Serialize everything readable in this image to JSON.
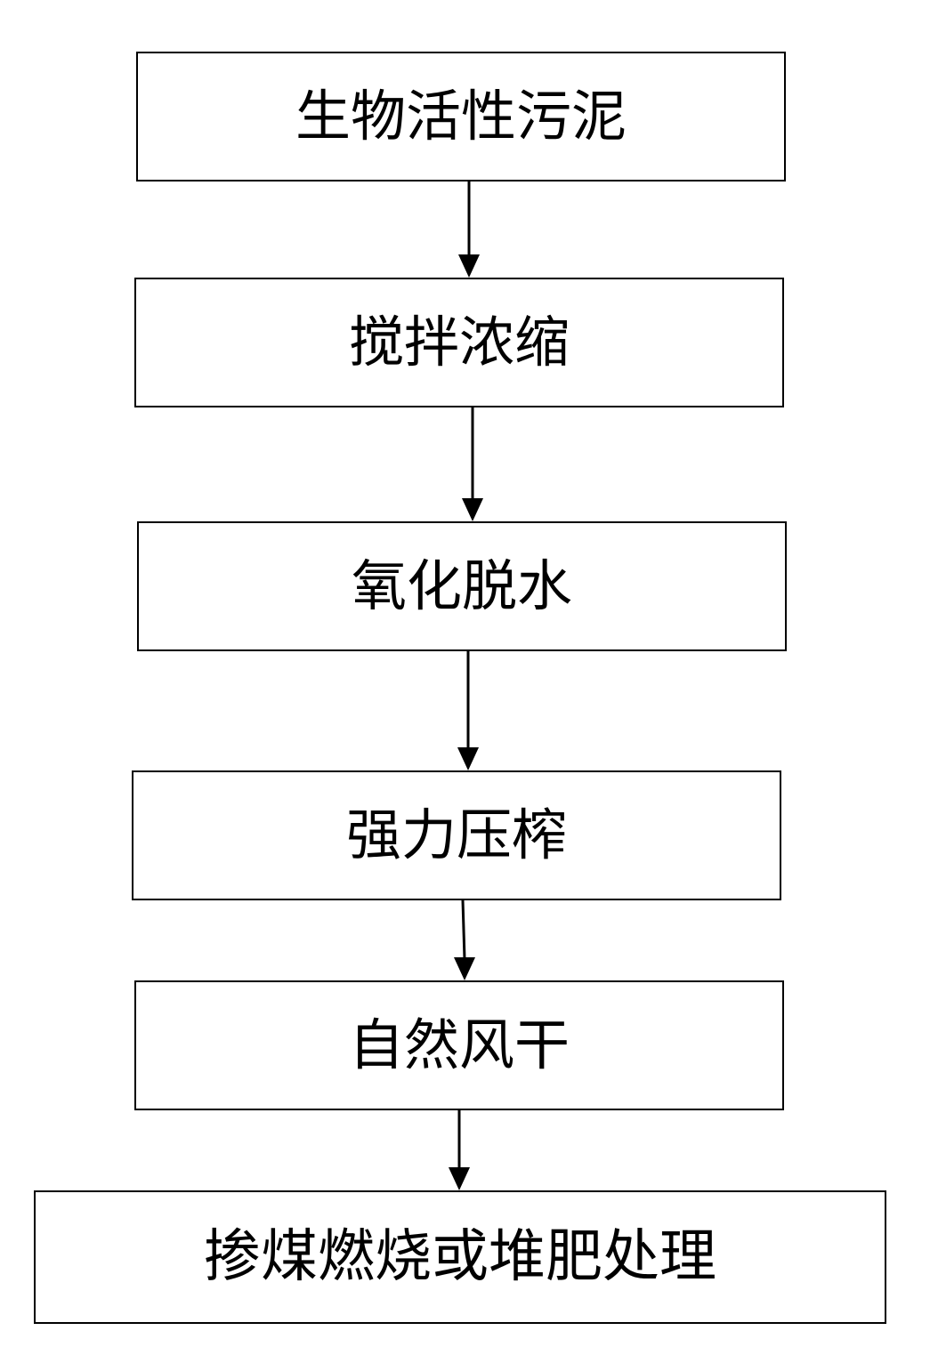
{
  "flowchart": {
    "steps": [
      {
        "label": "生物活性污泥"
      },
      {
        "label": "搅拌浓缩"
      },
      {
        "label": "氧化脱水"
      },
      {
        "label": "强力压榨"
      },
      {
        "label": "自然风干"
      },
      {
        "label": "掺煤燃烧或堆肥处理"
      }
    ],
    "line_color": "#000000"
  }
}
